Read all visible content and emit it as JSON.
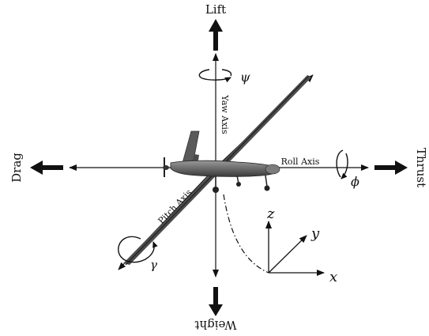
{
  "forces": {
    "lift": "Lift",
    "weight": "Weight",
    "drag": "Drag",
    "thrust": "Thrust"
  },
  "axes": {
    "yaw": "Yaw Axis",
    "roll": "Roll Axis",
    "pitch": "Pitch Axis"
  },
  "angles": {
    "yaw": "ψ",
    "roll": "ϕ",
    "pitch": "γ"
  },
  "frame": {
    "x": "x",
    "y": "y",
    "z": "z"
  }
}
